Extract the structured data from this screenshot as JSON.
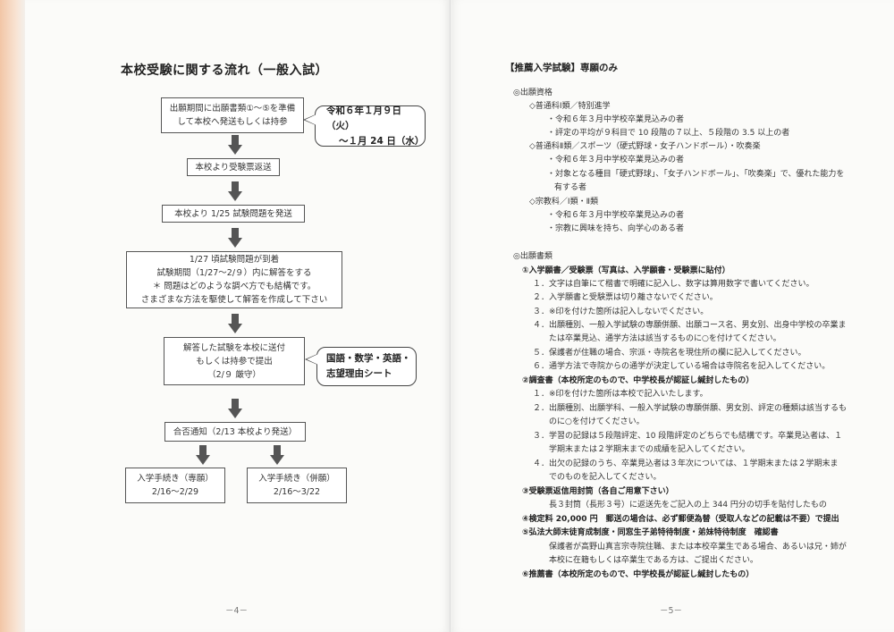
{
  "left_page": {
    "title": "本校受験に関する流れ（一般入試）",
    "step1": [
      "出願期間に出願書類①～⑤を準備",
      "して本校へ発送もしくは持参"
    ],
    "callout1": [
      "令和６年１月９日（火）",
      "～１月 24 日（水）"
    ],
    "step2": "本校より受験票返送",
    "step3": "本校より 1/25 試験問題を発送",
    "step4": [
      "1/27 頃試験問題が到着",
      "試験期間（1/27～2/９）内に解答をする",
      "＊ 問題はどのような調べ方でも結構です。",
      "さまざまな方法を駆使して解答を作成して下さい"
    ],
    "step5": [
      "解答した試験を本校に送付",
      "もしくは持参で提出",
      "（2/９ 厳守）"
    ],
    "callout2": [
      "国語・数学・英語・",
      "志望理由シート"
    ],
    "step6": "合否通知（2/13 本校より発送）",
    "step7a": [
      "入学手続き（専願）",
      "2/16～2/29"
    ],
    "step7b": [
      "入学手続き（併願）",
      "2/16～3/22"
    ],
    "page_number": "－4－"
  },
  "right_page": {
    "title": "【推薦入学試験】専願のみ",
    "lines": [
      {
        "text": "◎出願資格",
        "bold": false
      },
      {
        "text": "◇普通科Ⅰ類／特別進学",
        "bold": false
      },
      {
        "text": "・令和６年３月中学校卒業見込みの者",
        "bold": false
      },
      {
        "text": "・評定の平均が９科目で 10 段階の７以上、５段階の 3.5 以上の者",
        "bold": false
      },
      {
        "text": "◇普通科Ⅱ類／スポーツ（硬式野球・女子ハンドボール）・吹奏楽",
        "bold": false
      },
      {
        "text": "・令和６年３月中学校卒業見込みの者",
        "bold": false
      },
      {
        "text": "・対象となる種目「硬式野球」、「女子ハンドボール」、「吹奏楽」で、優れた能力を",
        "bold": false
      },
      {
        "text": "有する者",
        "bold": false
      },
      {
        "text": "◇宗教科／Ⅰ類・Ⅱ類",
        "bold": false
      },
      {
        "text": "・令和６年３月中学校卒業見込みの者",
        "bold": false
      },
      {
        "text": "・宗教に興味を持ち、向学心のある者",
        "bold": false
      },
      {
        "text": "◎出願書類",
        "bold": false
      },
      {
        "text": "①入学願書／受験票（写真は、入学願書・受験票に貼付）",
        "bold": true
      },
      {
        "text": "１．文字は自筆にて楷書で明確に記入し、数字は算用数字で書いてください。",
        "bold": false
      },
      {
        "text": "２．入学願書と受験票は切り離さないでください。",
        "bold": false
      },
      {
        "text": "３．※印を付けた箇所は記入しないでください。",
        "bold": false
      },
      {
        "text": "４．出願種別、一般入学試験の専願併願、出願コース名、男女別、出身中学校の卒業ま",
        "bold": false
      },
      {
        "text": "たは卒業見込、通学方法は該当するものに○を付けてください。",
        "bold": false
      },
      {
        "text": "５．保護者が住職の場合、宗派・寺院名を現住所の欄に記入してください。",
        "bold": false
      },
      {
        "text": "６．通学方法で寺院からの通学が決定している場合は寺院名を記入してください。",
        "bold": false
      },
      {
        "text": "②調査書（本校所定のもので、中学校長が認証し緘封したもの）",
        "bold": true
      },
      {
        "text": "１．※印を付けた箇所は本校で記入いたします。",
        "bold": false
      },
      {
        "text": "２．出願種別、出願学科、一般入学試験の専願併願、男女別、評定の種類は該当するも",
        "bold": false
      },
      {
        "text": "のに○を付けてください。",
        "bold": false
      },
      {
        "text": "３．学習の記録は５段階評定、10 段階評定のどちらでも結構です。卒業見込者は、１",
        "bold": false
      },
      {
        "text": "学期末または２学期末までの成績を記入してください。",
        "bold": false
      },
      {
        "text": "４．出欠の記録のうち、卒業見込者は３年次については、１学期末または２学期末ま",
        "bold": false
      },
      {
        "text": "でのものを記入してください。",
        "bold": false
      },
      {
        "text": "③受験票返信用封筒（各自ご用意下さい）",
        "bold": true
      },
      {
        "text": "長３封筒（長形３号）に返送先をご記入の上 344 円分の切手を貼付したもの",
        "bold": false
      },
      {
        "text": "④検定料 20,000 円　郵送の場合は、必ず郵便為替（受取人などの記載は不要）で提出",
        "bold": true
      },
      {
        "text": "⑤弘法大師末徒育成制度・同窓生子弟特待制度・弟妹特待制度　確認書",
        "bold": true
      },
      {
        "text": "保護者が高野山真言宗寺院住職、または本校卒業生である場合、あるいは兄・姉が",
        "bold": false
      },
      {
        "text": "本校に在籍もしくは卒業生である方は、ご提出ください。",
        "bold": false
      },
      {
        "text": "⑥推薦書（本校所定のもので、中学校長が認証し緘封したもの）",
        "bold": true
      }
    ],
    "page_number": "－5－"
  }
}
